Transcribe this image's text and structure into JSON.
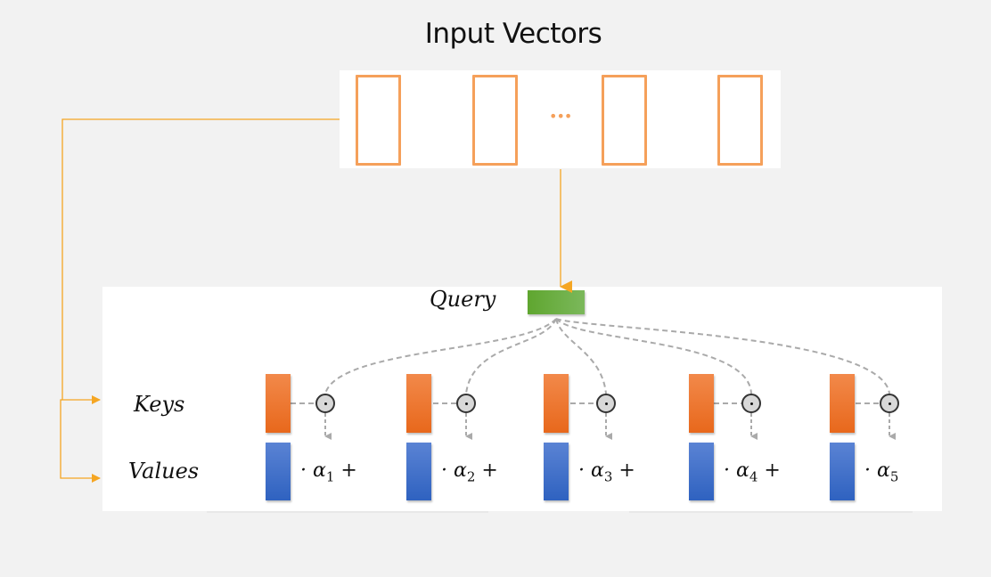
{
  "title": "Input Vectors",
  "input_vectors": {
    "count_shown": 4,
    "ellipsis": "•••"
  },
  "attention": {
    "query_label": "Query",
    "keys_label": "Keys",
    "values_label": "Values",
    "weights": [
      {
        "symbol": "· α",
        "sub": "1",
        "op": "+"
      },
      {
        "symbol": "· α",
        "sub": "2",
        "op": "+"
      },
      {
        "symbol": "· α",
        "sub": "3",
        "op": "+"
      },
      {
        "symbol": "· α",
        "sub": "4",
        "op": "+"
      },
      {
        "symbol": "· α",
        "sub": "5",
        "op": ""
      }
    ]
  },
  "colors": {
    "arrow": "#f5a623",
    "input_vector_border": "#f5a05a",
    "key": "#ec7424",
    "value": "#3a6cc8",
    "query": "#6aae45",
    "dashed": "#aaaaaa"
  }
}
